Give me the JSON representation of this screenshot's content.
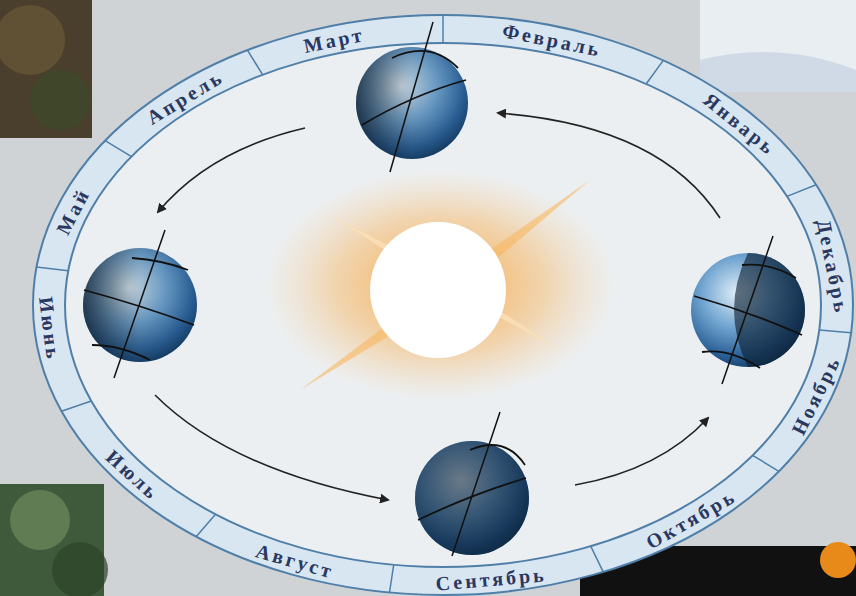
{
  "diagram": {
    "labels": [
      "Март",
      "Февраль",
      "Январь",
      "Декабрь",
      "Ноябрь",
      "Октябрь",
      "Сентябрь",
      "Август",
      "Июль",
      "Июнь",
      "Май",
      "Апрель"
    ]
  }
}
